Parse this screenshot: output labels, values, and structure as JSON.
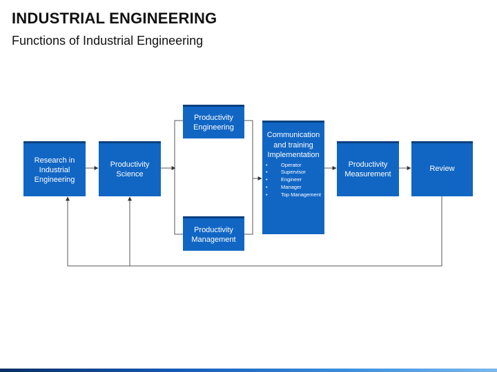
{
  "header": {
    "title": "INDUSTRIAL ENGINEERING",
    "subtitle": "Functions of Industrial Engineering"
  },
  "nodes": {
    "research": "Research in Industrial Engineering",
    "science": "Productivity Science",
    "engineering": "Productivity Engineering",
    "management": "Productivity Management",
    "communication": {
      "title": "Communication and training Implementation",
      "items": [
        "Operator",
        "Supervisor",
        "Engineer",
        "Manager",
        "Top Management"
      ]
    },
    "measurement": "Productivity Measurement",
    "review": "Review"
  },
  "colors": {
    "box_fill": "#1166c4",
    "box_top_edge": "#0b3f7e",
    "connector": "#333333",
    "text": "#111111"
  }
}
